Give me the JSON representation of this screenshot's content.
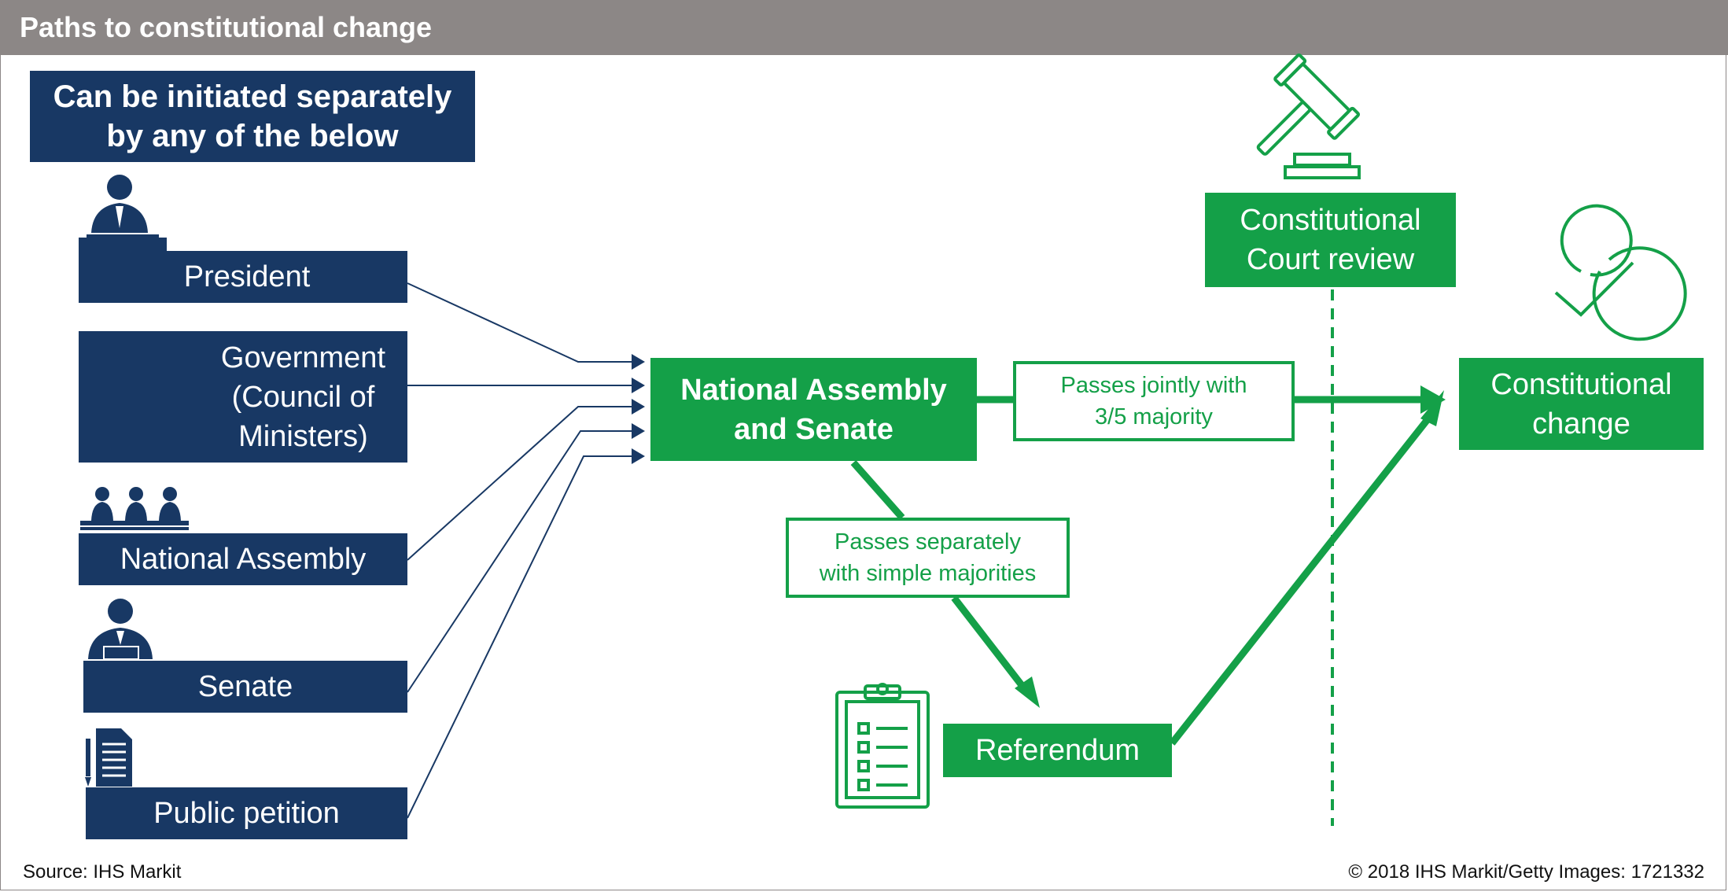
{
  "header": {
    "title": "Paths to constitutional change"
  },
  "initiators": {
    "heading": "Can be initiated separately\nby any of the below",
    "president": "President",
    "government": "Government\n(Council of\nMinisters)",
    "national_assembly": "National Assembly",
    "senate": "Senate",
    "public_petition": "Public petition"
  },
  "flow": {
    "parliament": "National Assembly\nand Senate",
    "joint_path": "Passes jointly with\n3/5 majority",
    "separate_path": "Passes separately\nwith simple majorities",
    "referendum": "Referendum",
    "court_review": "Constitutional\nCourt review",
    "outcome": "Constitutional\nchange"
  },
  "icons": {
    "president": "speaker-podium-icon",
    "government": "government-building-icon",
    "national_assembly": "assembly-members-icon",
    "senate": "senator-desk-icon",
    "public_petition": "petition-document-icon",
    "court": "gavel-icon",
    "outcome": "checkmark-circle-icon",
    "referendum": "clipboard-checklist-icon"
  },
  "colors": {
    "navy": "#183864",
    "green": "#14a048",
    "header_gray": "#8c8786"
  },
  "footer": {
    "source": "Source: IHS Markit",
    "copyright": "© 2018 IHS Markit/Getty Images: 1721332"
  }
}
